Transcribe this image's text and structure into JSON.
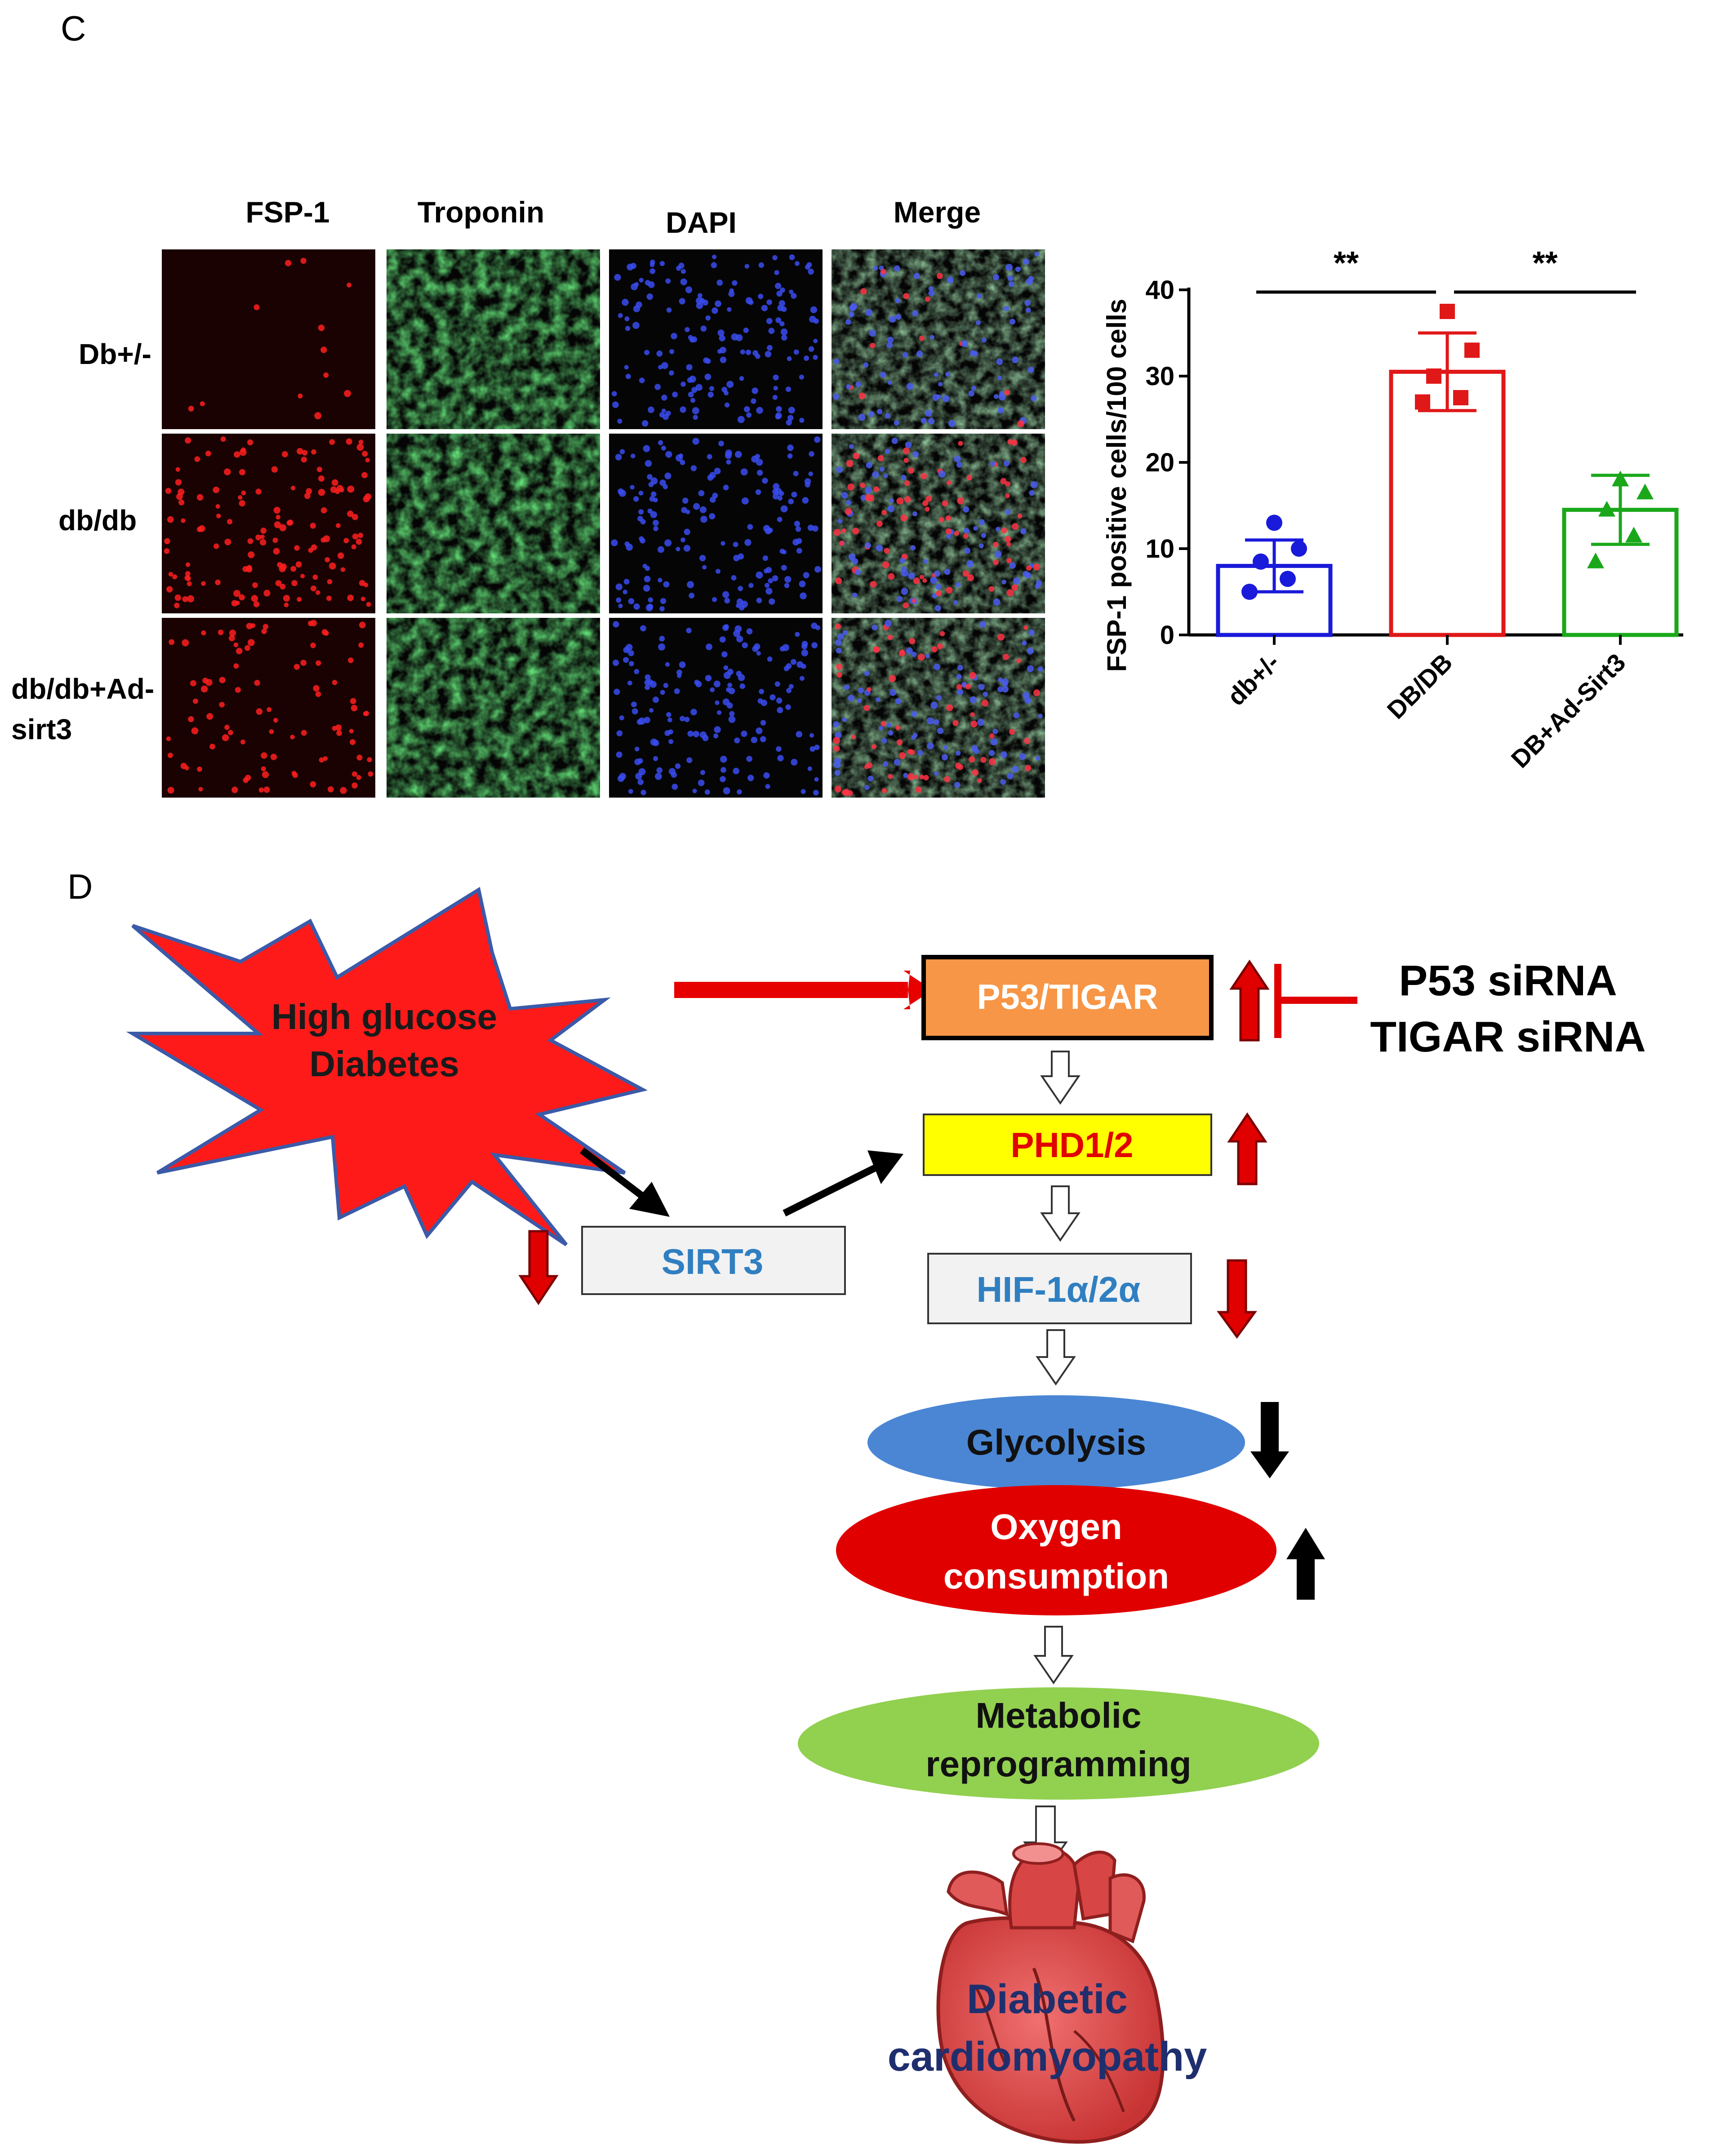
{
  "panel_c": {
    "letter": "C",
    "columns": [
      "FSP-1",
      "Troponin",
      "DAPI",
      "Merge"
    ],
    "rows": [
      {
        "label_lines": [
          "Db+/-"
        ]
      },
      {
        "label_lines": [
          "db/db"
        ]
      },
      {
        "label_lines": [
          "db/db+Ad-",
          "sirt3"
        ]
      }
    ],
    "colors": {
      "fsp1": "#c8141e",
      "troponin": "#22b830",
      "dapi": "#3a4cf0"
    }
  },
  "chart_data": {
    "type": "bar",
    "ylabel": "FSP-1 positive cells/100 cells",
    "xlabel": "",
    "categories": [
      "db+/-",
      "DB/DB",
      "DB+Ad-Sirt3"
    ],
    "values": [
      8,
      30.5,
      14.5
    ],
    "error": [
      3,
      4.5,
      4
    ],
    "ylim": [
      0,
      40
    ],
    "yticks": [
      0,
      10,
      20,
      30,
      40
    ],
    "colors": [
      "#1a1adb",
      "#e01818",
      "#1aa81a"
    ],
    "points": [
      [
        5,
        6.5,
        8.5,
        10,
        13
      ],
      [
        27,
        27.5,
        30,
        33,
        37.5
      ],
      [
        8.5,
        11.5,
        14.5,
        16.5,
        18
      ]
    ],
    "markers": [
      "circle",
      "square",
      "triangle"
    ],
    "significance": [
      {
        "from": "db+/-",
        "to": "DB/DB",
        "label": "**"
      },
      {
        "from": "DB/DB",
        "to": "DB+Ad-Sirt3",
        "label": "**"
      }
    ]
  },
  "panel_d": {
    "letter": "D",
    "starburst_lines": [
      "High glucose",
      "Diabetes"
    ],
    "p53": "P53/TIGAR",
    "sirna_lines": [
      "P53 siRNA",
      "TIGAR siRNA"
    ],
    "phd": "PHD1/2",
    "sirt3": "SIRT3",
    "hif": "HIF-1α/2α",
    "glycolysis": "Glycolysis",
    "oxygen_lines": [
      "Oxygen",
      "consumption"
    ],
    "metabolic_lines": [
      "Metabolic",
      "reprogramming"
    ],
    "outcome_lines": [
      "Diabetic",
      "cardiomyopathy"
    ],
    "colors": {
      "starburst": "#ff1a1a",
      "p53_box": "#f79646",
      "phd_box": "#ffff00",
      "sirt3_box": "#f2f2f2",
      "glycolysis": "#4a86d4",
      "oxygen": "#e00000",
      "metabolic": "#92d050",
      "heart": "#e24b4b",
      "arrow_red": "#e00000"
    }
  }
}
